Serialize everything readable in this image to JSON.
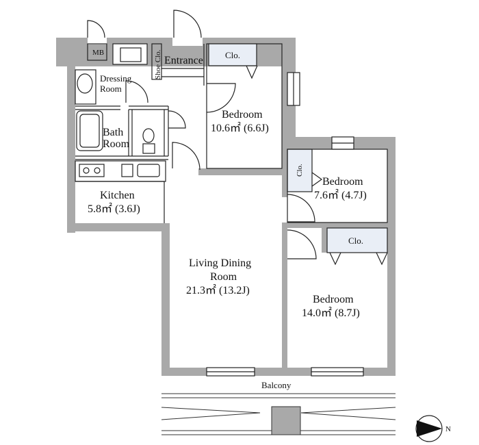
{
  "rooms": {
    "mb": "MB",
    "dressing_1": "Dressing",
    "dressing_2": "Room",
    "shoe_closet": "Shoe Clo.",
    "entrance": "Entrance",
    "closet_top": "Clo.",
    "bedroom_top": {
      "name": "Bedroom",
      "area": "10.6㎡ (6.6J)"
    },
    "bath_1": "Bath",
    "bath_2": "Room",
    "closet_mid": "Clo.",
    "bedroom_mid": {
      "name": "Bedroom",
      "area": "7.6㎡ (4.7J)"
    },
    "kitchen": {
      "name": "Kitchen",
      "area": "5.8㎡ (3.6J)"
    },
    "closet_bottom": "Clo.",
    "living": {
      "name_1": "Living Dining",
      "name_2": "Room",
      "area": "21.3㎡ (13.2J)"
    },
    "bedroom_bottom": {
      "name": "Bedroom",
      "area": "14.0㎡ (8.7J)"
    },
    "balcony": "Balcony"
  },
  "compass": {
    "label": "N"
  },
  "colors": {
    "wall": "#a9a9a9",
    "closet_fill": "#e9eef6",
    "line": "#222222"
  }
}
